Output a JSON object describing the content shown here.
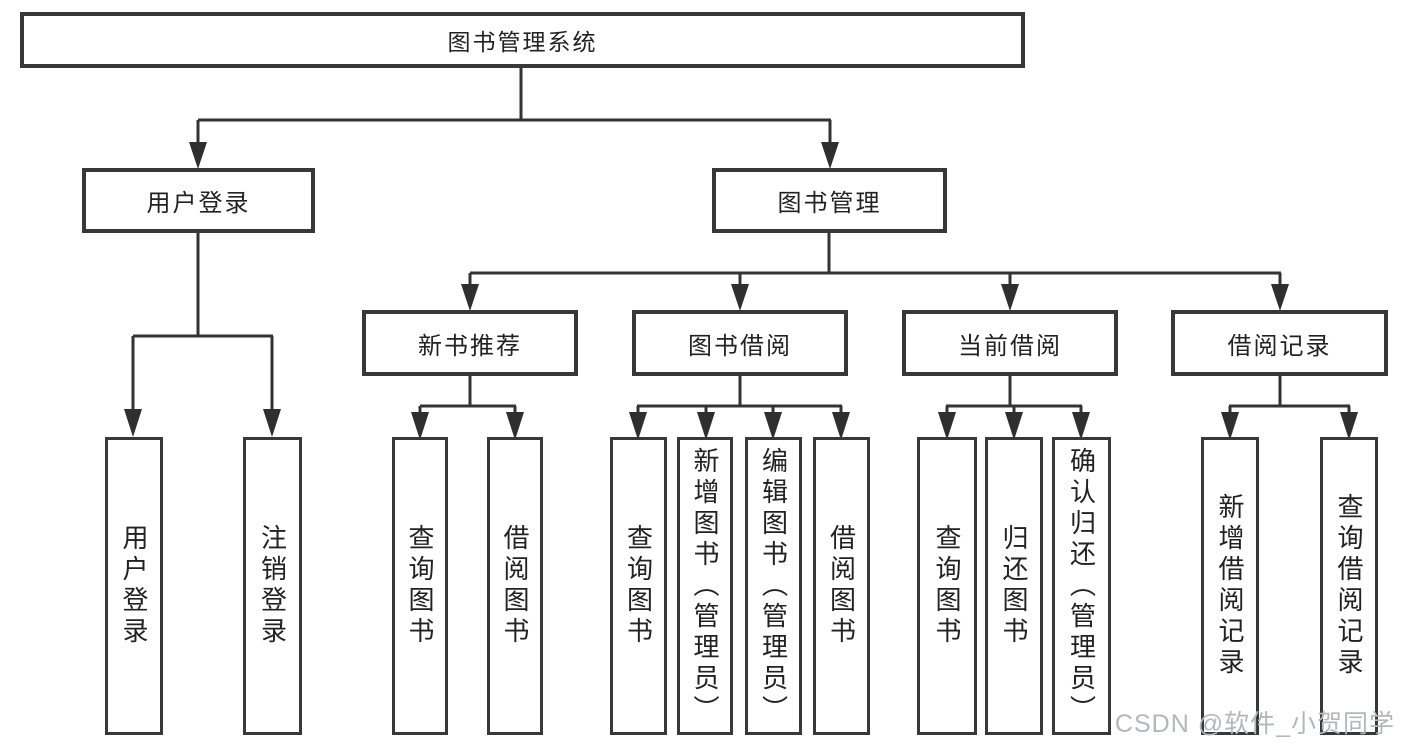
{
  "tree": {
    "title": "图书管理系统",
    "children": [
      {
        "label": "用户登录",
        "children": [
          {
            "label": "用户登录"
          },
          {
            "label": "注销登录"
          }
        ]
      },
      {
        "label": "图书管理",
        "children": [
          {
            "label": "新书推荐",
            "children": [
              {
                "label": "查询图书"
              },
              {
                "label": "借阅图书"
              }
            ]
          },
          {
            "label": "图书借阅",
            "children": [
              {
                "label": "查询图书"
              },
              {
                "label": "新增图书（管理员）"
              },
              {
                "label": "编辑图书（管理员）"
              },
              {
                "label": "借阅图书"
              }
            ]
          },
          {
            "label": "当前借阅",
            "children": [
              {
                "label": "查询图书"
              },
              {
                "label": "归还图书"
              },
              {
                "label": "确认归还（管理员）"
              }
            ]
          },
          {
            "label": "借阅记录",
            "children": [
              {
                "label": "新增借阅记录"
              },
              {
                "label": "查询借阅记录"
              }
            ]
          }
        ]
      }
    ]
  },
  "watermark": "CSDN @软件_小贺同学",
  "colors": {
    "line": "#333333",
    "arrowhead": "#2f2f2f",
    "box_border": "#383838",
    "text": "#222222",
    "watermark": "#b3b7bd",
    "background": "#ffffff"
  }
}
